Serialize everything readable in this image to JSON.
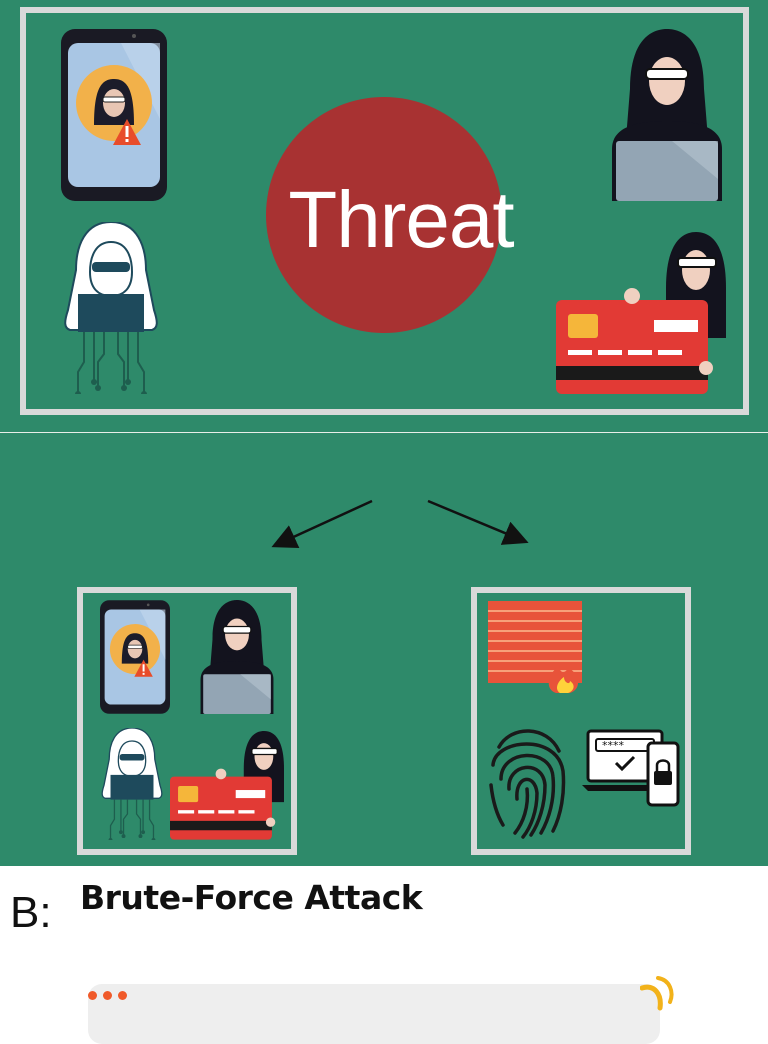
{
  "colors": {
    "green": "#2e8a6a",
    "red": "#a83232",
    "frame": "#d9d9d9",
    "accent_orange": "#f05a2a",
    "accent_yellow": "#f2b21a"
  },
  "center": {
    "title": "Threat"
  },
  "section_b": {
    "label": "B:",
    "title": "Brute-Force Attack"
  },
  "icons": {
    "top": [
      "phone-alert-icon",
      "hacker-laptop-icon",
      "hooded-hacker-icon",
      "credit-card-thief-icon"
    ],
    "left_box": [
      "phone-alert-icon",
      "hacker-laptop-icon",
      "hooded-hacker-icon",
      "credit-card-thief-icon"
    ],
    "right_box": [
      "firewall-icon",
      "fingerprint-icon",
      "password-lock-icon"
    ]
  }
}
